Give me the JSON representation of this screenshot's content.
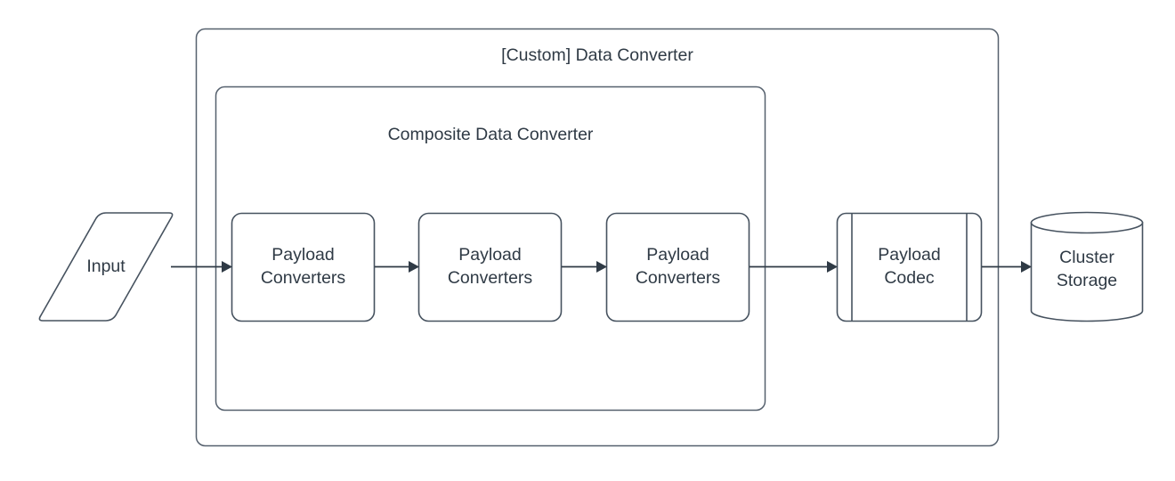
{
  "diagram": {
    "title": "[Custom] Data Converter",
    "background_color": "#ffffff",
    "stroke_color": "#46525f",
    "text_color": "#2f3a45",
    "containers": [
      {
        "id": "custom-data-converter",
        "label": "[Custom] Data Converter",
        "shape": "rounded-rectangle"
      },
      {
        "id": "composite-data-converter",
        "label": "Composite Data Converter",
        "shape": "rounded-rectangle"
      }
    ],
    "nodes": [
      {
        "id": "input",
        "label": "Input",
        "shape": "parallelogram"
      },
      {
        "id": "payload-converters-1",
        "label": "Payload\nConverters",
        "shape": "rounded-rectangle"
      },
      {
        "id": "payload-converters-2",
        "label": "Payload\nConverters",
        "shape": "rounded-rectangle"
      },
      {
        "id": "payload-converters-3",
        "label": "Payload\nConverters",
        "shape": "rounded-rectangle"
      },
      {
        "id": "payload-codec",
        "label": "Payload\nCodec",
        "shape": "process"
      },
      {
        "id": "cluster-storage",
        "label": "Cluster\nStorage",
        "shape": "cylinder"
      }
    ],
    "edges": [
      {
        "id": "edge-input-to-pc1",
        "from": "input",
        "to": "payload-converters-1",
        "arrow": "single"
      },
      {
        "id": "edge-pc1-to-pc2",
        "from": "payload-converters-1",
        "to": "payload-converters-2",
        "arrow": "single"
      },
      {
        "id": "edge-pc2-to-pc3",
        "from": "payload-converters-2",
        "to": "payload-converters-3",
        "arrow": "single"
      },
      {
        "id": "edge-pc3-to-codec",
        "from": "payload-converters-3",
        "to": "payload-codec",
        "arrow": "single"
      },
      {
        "id": "edge-codec-to-storage",
        "from": "payload-codec",
        "to": "cluster-storage",
        "arrow": "single"
      }
    ]
  }
}
